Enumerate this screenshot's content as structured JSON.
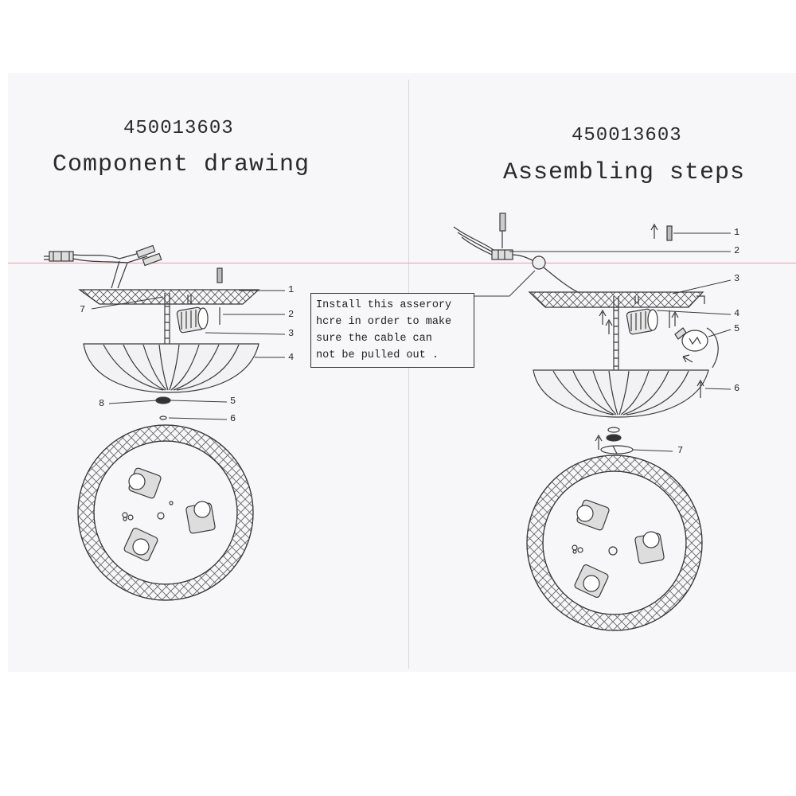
{
  "left_panel": {
    "part_number": "450013603",
    "title": "Component drawing",
    "callouts": [
      "1",
      "2",
      "3",
      "4",
      "5",
      "6",
      "7",
      "8"
    ]
  },
  "right_panel": {
    "part_number": "450013603",
    "title": "Assembling steps",
    "callouts": [
      "1",
      "2",
      "3",
      "4",
      "5",
      "6",
      "7"
    ]
  },
  "note": {
    "lines": [
      "Install this asserory",
      "hcre in order to make",
      "sure the cable can",
      "not be pulled out ."
    ]
  },
  "colors": {
    "paper": "#f7f6f9",
    "ink": "#2a2a2a",
    "margin_line": "#e6a0a8"
  }
}
